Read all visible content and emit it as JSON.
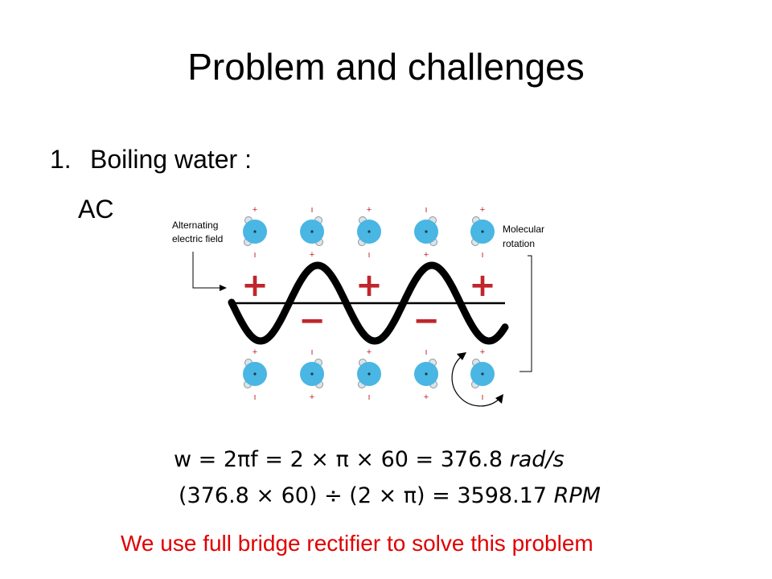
{
  "slide": {
    "title": "Problem and challenges",
    "bullet_number": "1.",
    "bullet_text": "Boiling water :",
    "sub_text": "AC"
  },
  "diagram": {
    "label_left_line1": "Alternating",
    "label_left_line2": "electric field",
    "label_right_line1": "Molecular",
    "label_right_line2": "rotation",
    "plus_sign": "+",
    "minus_sign": "−",
    "wave_color": "#000000",
    "sign_color": "#c0262c",
    "molecule_color": "#49b6e3"
  },
  "equations": {
    "eq1": "w = 2πf = 2 × π × 60 = 376.8",
    "eq1_unit": "rad/s",
    "eq2": "(376.8 × 60) ÷ (2 × π) = 3598.17",
    "eq2_unit": "RPM"
  },
  "conclusion": {
    "text": "We use full bridge rectifier to solve this problem",
    "color": "#e00000"
  }
}
